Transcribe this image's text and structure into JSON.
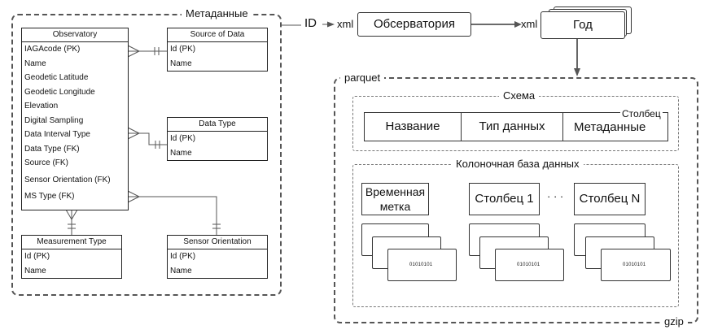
{
  "metadata_group": {
    "label": "Метаданные",
    "tables": {
      "observatory": {
        "title": "Observatory",
        "fields": [
          "IAGAcode (PK)",
          "Name",
          "Geodetic Latitude",
          "Geodetic Longitude",
          "Elevation",
          "Digital Sampling",
          "Data Interval Type",
          "Data Type (FK)",
          "Source (FK)",
          "Sensor Orientation (FK)",
          "MS Type (FK)"
        ]
      },
      "source_of_data": {
        "title": "Source of Data",
        "fields": [
          "Id (PK)",
          "Name"
        ]
      },
      "data_type": {
        "title": "Data Type",
        "fields": [
          "Id (PK)",
          "Name"
        ]
      },
      "measurement_type": {
        "title": "Measurement Type",
        "fields": [
          "Id (PK)",
          "Name"
        ]
      },
      "sensor_orientation": {
        "title": "Sensor Orientation",
        "fields": [
          "Id (PK)",
          "Name"
        ]
      }
    }
  },
  "flow": {
    "id_label": "ID",
    "xml_label_1": "xml",
    "observatory_box": "Обсерватория",
    "xml_label_2": "xml",
    "year_box": "Год"
  },
  "parquet": {
    "label": "parquet",
    "compression_label": "gzip",
    "schema": {
      "label": "Схема",
      "column_tag": "Столбец",
      "cells": [
        "Название",
        "Тип данных",
        "Метаданные"
      ]
    },
    "columnar": {
      "label": "Колоночная база данных",
      "columns": [
        "Временная метка",
        "Столбец 1",
        "Столбец N"
      ],
      "ellipsis": "· · ·",
      "binary_text": "01010101"
    }
  }
}
